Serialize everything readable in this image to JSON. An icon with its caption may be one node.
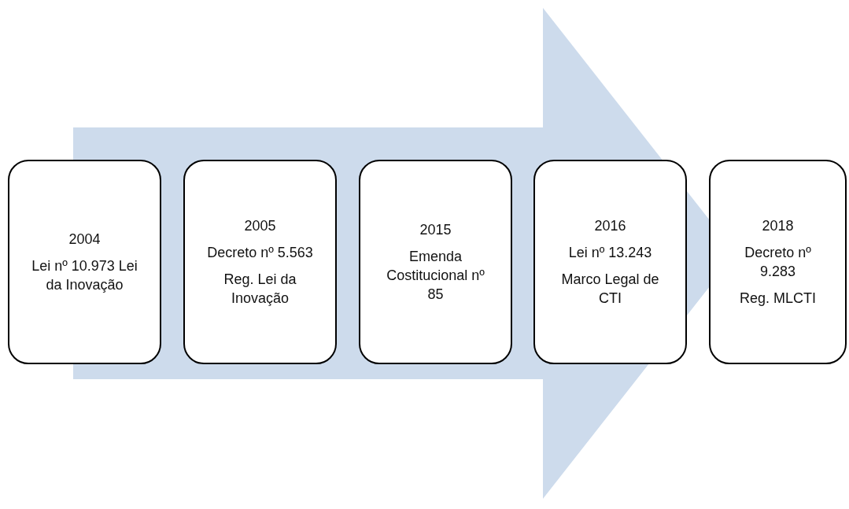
{
  "diagram": {
    "nodes": [
      {
        "text": [
          "2004",
          "Lei nº 10.973 Lei da Inovação"
        ]
      },
      {
        "text": [
          "2005",
          "Decreto nº 5.563",
          "Reg. Lei da Inovação"
        ]
      },
      {
        "text": [
          "2015",
          "Emenda Costitucional nº 85"
        ]
      },
      {
        "text": [
          "2016",
          "Lei nº 13.243",
          "Marco Legal de CTI"
        ]
      },
      {
        "text": [
          "2018",
          "Decreto nº 9.283",
          "Reg. MLCTI"
        ]
      }
    ],
    "edges": [
      {
        "from": 0,
        "to": 4,
        "arrow": "to",
        "style": "thick"
      }
    ]
  }
}
